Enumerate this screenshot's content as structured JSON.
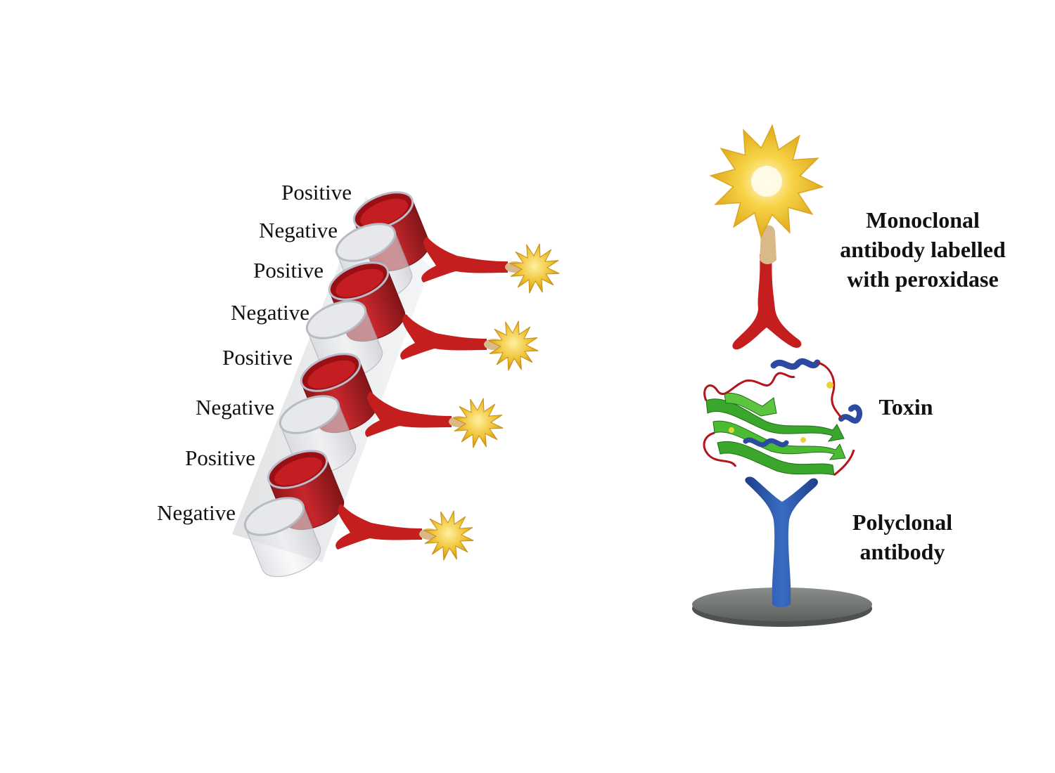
{
  "tube_labels": [
    {
      "text": "Positive",
      "result": "positive"
    },
    {
      "text": "Negative",
      "result": "negative"
    },
    {
      "text": "Positive",
      "result": "positive"
    },
    {
      "text": "Negative",
      "result": "negative"
    },
    {
      "text": "Positive",
      "result": "positive"
    },
    {
      "text": "Negative",
      "result": "negative"
    },
    {
      "text": "Positive",
      "result": "positive"
    },
    {
      "text": "Negative",
      "result": "negative"
    }
  ],
  "assay_labels": {
    "monoclonal_line1": "Monoclonal",
    "monoclonal_line2": "antibody labelled",
    "monoclonal_line3": "with peroxidase",
    "toxin": "Toxin",
    "polyclonal_line1": "Polyclonal",
    "polyclonal_line2": "antibody"
  },
  "colors": {
    "positive_fill": "#b3151b",
    "monoclonal_antibody": "#c41e1e",
    "polyclonal_antibody": "#2f5cae",
    "peroxidase_star": "#f2c53a",
    "toxin_sheet": "#3fae2f",
    "toxin_helix": "#2b4aa0",
    "plate": "#6f736f"
  }
}
